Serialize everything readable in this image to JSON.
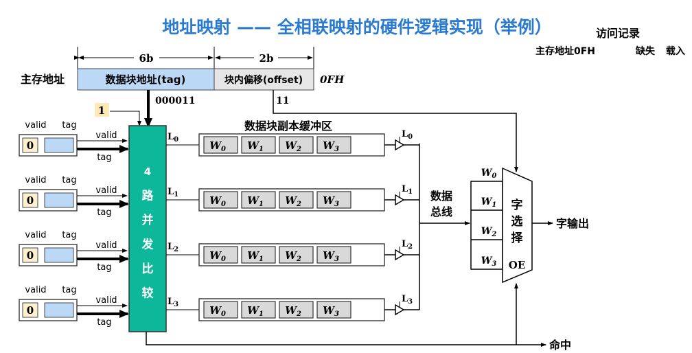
{
  "title": "地址映射 —— 全相联映射的硬件逻辑实现（举例）",
  "title_color": "#2a7ad0",
  "record": {
    "heading": "访问记录",
    "address": "主存地址0FH",
    "result": "缺失",
    "action": "载入"
  },
  "address": {
    "label": "主存地址",
    "tag_width": "6b",
    "offset_width": "2b",
    "tag_field": "数据块地址(tag)",
    "offset_field": "块内偏移(offset)",
    "value": "0FH",
    "tag_bits": "000011",
    "offset_bits": "11",
    "valid_input": "1"
  },
  "tag_rows": [
    {
      "valid_label": "valid",
      "tag_label": "tag",
      "valid_value": "0",
      "arrow_valid": "valid",
      "arrow_tag": "tag",
      "line": "L",
      "line_sub": "0"
    },
    {
      "valid_label": "valid",
      "tag_label": "tag",
      "valid_value": "0",
      "arrow_valid": "valid",
      "arrow_tag": "tag",
      "line": "L",
      "line_sub": "1"
    },
    {
      "valid_label": "valid",
      "tag_label": "tag",
      "valid_value": "0",
      "arrow_valid": "valid",
      "arrow_tag": "tag",
      "line": "L",
      "line_sub": "2"
    },
    {
      "valid_label": "valid",
      "tag_label": "tag",
      "valid_value": "0",
      "arrow_valid": "valid",
      "arrow_tag": "tag",
      "line": "L",
      "line_sub": "3"
    }
  ],
  "comparator": {
    "chars": [
      "4",
      "路",
      "并",
      "发",
      "比",
      "较"
    ],
    "color": "#0db89a"
  },
  "buffer": {
    "title": "数据块副本缓冲区",
    "words": [
      "W0",
      "W1",
      "W2",
      "W3"
    ],
    "word_base": "W",
    "word_subs": [
      "0",
      "1",
      "2",
      "3"
    ]
  },
  "bus_label": [
    "数据",
    "总线"
  ],
  "mux": {
    "chars": [
      "字",
      "选",
      "择"
    ],
    "enable": "OE",
    "inputs": [
      "W0",
      "W1",
      "W2",
      "W3"
    ]
  },
  "output_label": "字输出",
  "hit_label": "命中"
}
